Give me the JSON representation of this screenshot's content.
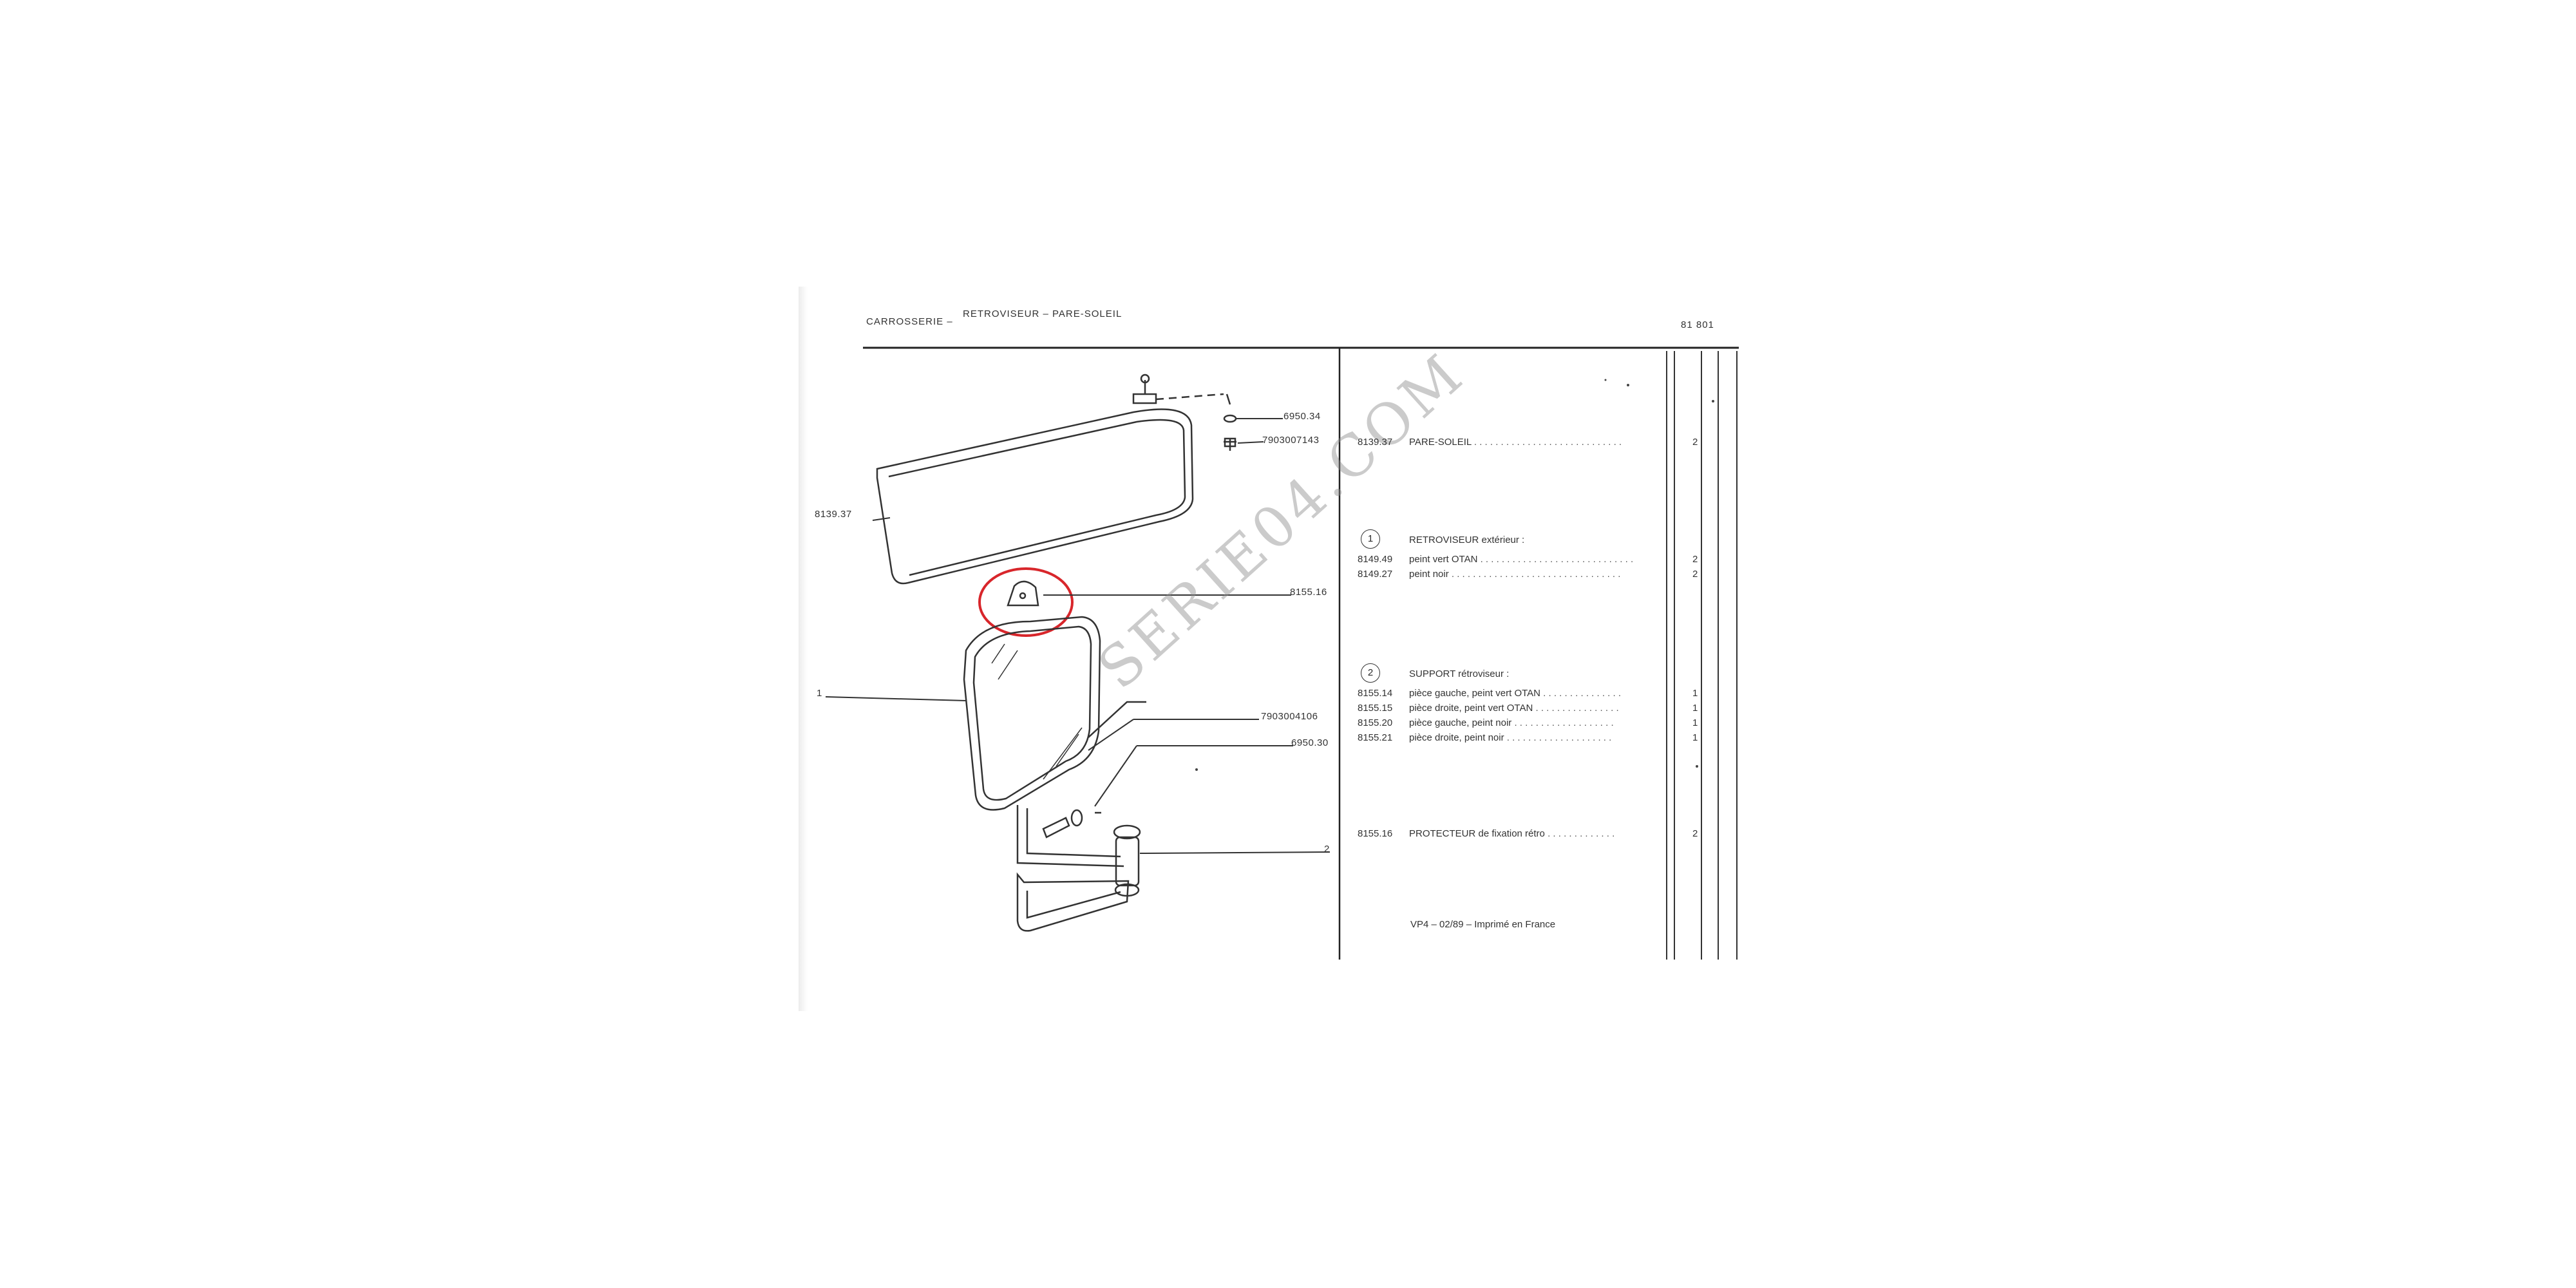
{
  "header": {
    "section": "CARROSSERIE –",
    "title": "RETROVISEUR – PARE-SOLEIL",
    "page_ref": "81 801"
  },
  "diagram_labels": {
    "screw_washer": "6950.34",
    "screw": "7903007143",
    "sun_visor": "8139.37",
    "protector": "8155.16",
    "mirror": "1",
    "bolt": "7903004106",
    "washer": "6950.30",
    "support": "2"
  },
  "parts": {
    "sun_visor": {
      "code": "8139.37",
      "label": "PARE-SOLEIL",
      "qty": "2"
    },
    "mirror_group": {
      "index": "1",
      "title": "RETROVISEUR extérieur :",
      "items": [
        {
          "code": "8149.49",
          "label": "peint vert OTAN",
          "qty": "2"
        },
        {
          "code": "8149.27",
          "label": "peint noir",
          "qty": "2"
        }
      ]
    },
    "support_group": {
      "index": "2",
      "title": "SUPPORT rétroviseur :",
      "items": [
        {
          "code": "8155.14",
          "label": "pièce gauche, peint vert OTAN",
          "qty": "1"
        },
        {
          "code": "8155.15",
          "label": "pièce droite, peint vert OTAN",
          "qty": "1"
        },
        {
          "code": "8155.20",
          "label": "pièce gauche, peint noir",
          "qty": "1"
        },
        {
          "code": "8155.21",
          "label": "pièce droite, peint noir",
          "qty": "1"
        }
      ]
    },
    "protector": {
      "code": "8155.16",
      "label": "PROTECTEUR de fixation rétro",
      "qty": "2"
    }
  },
  "footer": "VP4 – 02/89 – Imprimé en France",
  "watermark": "SERIE04.COM",
  "colors": {
    "highlight_circle": "#d8262b",
    "ink": "#333333"
  }
}
